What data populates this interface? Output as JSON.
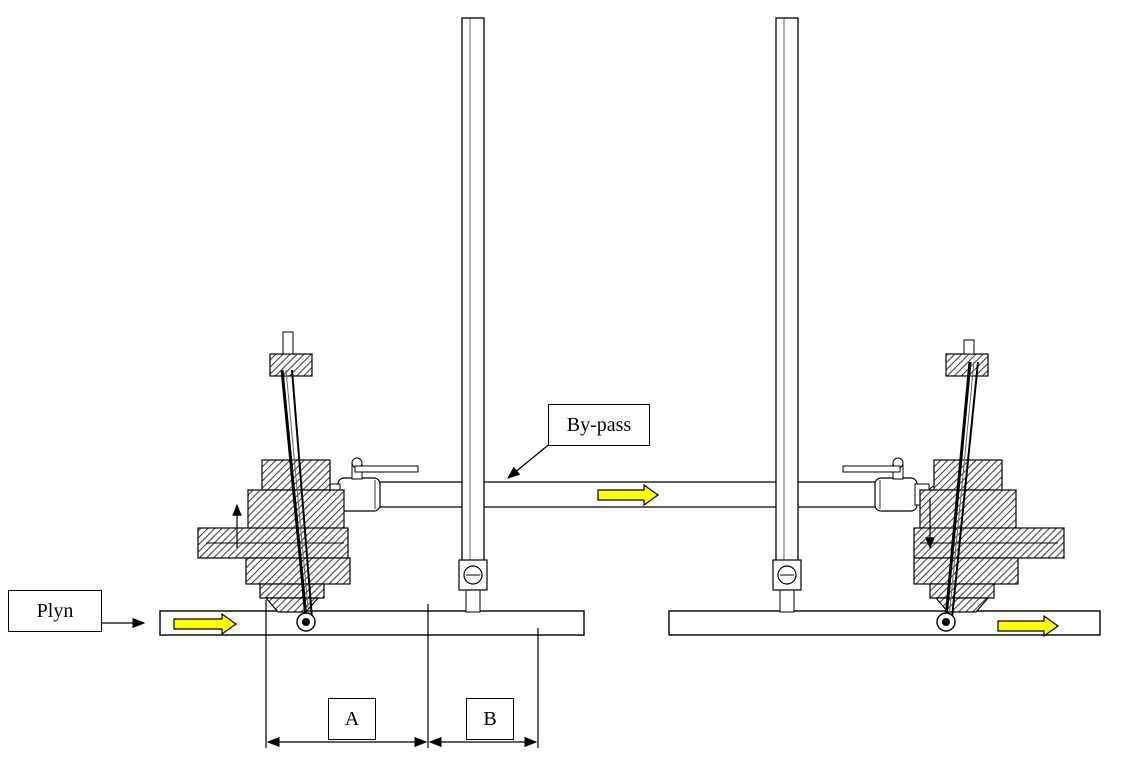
{
  "labels": {
    "gas": "Plyn",
    "bypass": "By-pass",
    "dim_a": "A",
    "dim_b": "B"
  },
  "colors": {
    "flow_arrow": "#ffff00",
    "line": "#000000",
    "hatch": "#555555",
    "background": "#ffffff"
  },
  "icons": {
    "flow": "flow-arrow-icon",
    "valve": "ball-valve-icon",
    "probe": "probe-insertion-device-icon"
  }
}
